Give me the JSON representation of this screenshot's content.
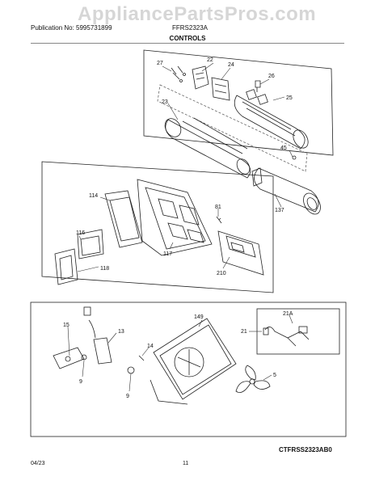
{
  "header": {
    "publication": "Publication No: 5995731899",
    "model": "FFRS2323A",
    "watermark": "AppliancePartsPros.com"
  },
  "title": "CONTROLS",
  "diagram_code": "CTFRSS2323AB0",
  "footer": {
    "date": "04/23",
    "page": "11"
  },
  "callouts": {
    "c27": "27",
    "c22": "22",
    "c24": "24",
    "c26": "26",
    "c25": "25",
    "c23": "23",
    "c45": "45",
    "c137": "137",
    "c114": "114",
    "c81": "81",
    "c116": "116",
    "c118": "118",
    "c117": "117",
    "c210": "210",
    "c149": "149",
    "c21a": "21A",
    "c21": "21",
    "c15": "15",
    "c13": "13",
    "c14": "14",
    "c9a": "9",
    "c9b": "9",
    "c5": "5"
  }
}
